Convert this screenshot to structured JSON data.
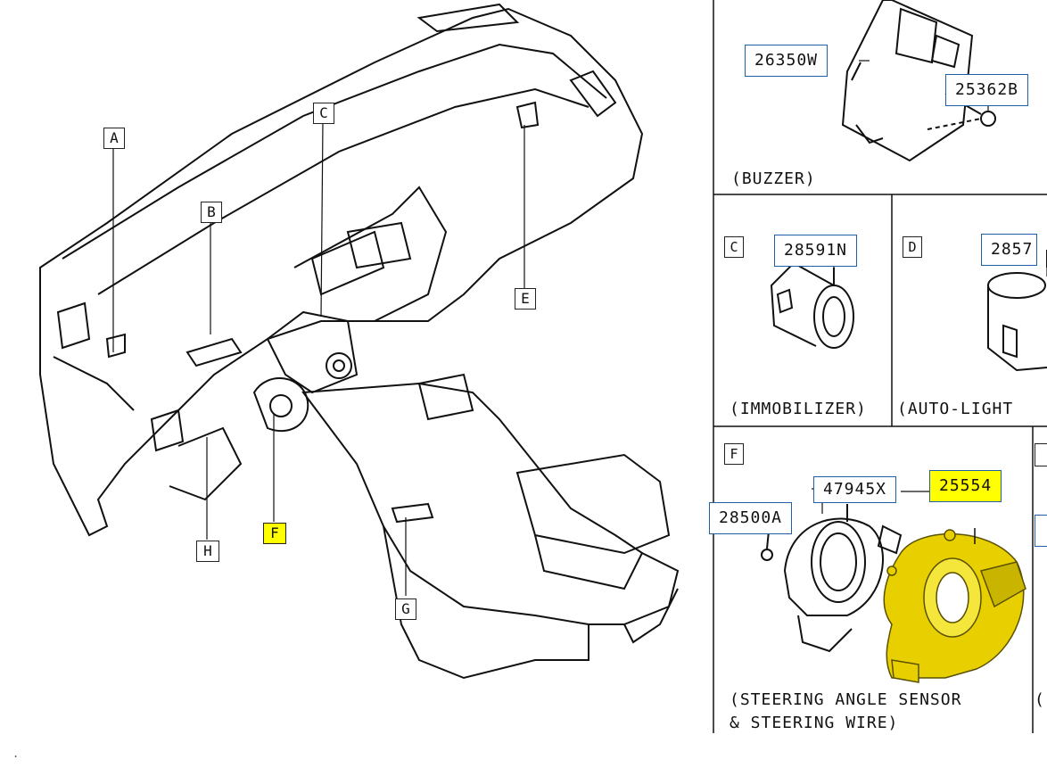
{
  "main_callouts": {
    "A": "A",
    "B": "B",
    "C": "C",
    "E": "E",
    "F": "F",
    "G": "G",
    "H": "H"
  },
  "panels": {
    "buzzer": {
      "parts": [
        "26350W",
        "25362B"
      ],
      "caption": "(BUZZER)"
    },
    "immobilizer": {
      "letter": "C",
      "part": "28591N",
      "caption": "(IMMOBILIZER)"
    },
    "autolight": {
      "letter": "D",
      "part": "2857",
      "caption": "(AUTO-LIGHT"
    },
    "steering": {
      "letter": "F",
      "parts": [
        "47945X",
        "28500A",
        "25554"
      ],
      "caption_line1": "(STEERING ANGLE SENSOR",
      "caption_line2": "& STEERING WIRE)",
      "right_fragment": "(("
    }
  },
  "highlight_color": "#ffff00",
  "part_box_color": "#1f5ea8",
  "corner_mark": "."
}
